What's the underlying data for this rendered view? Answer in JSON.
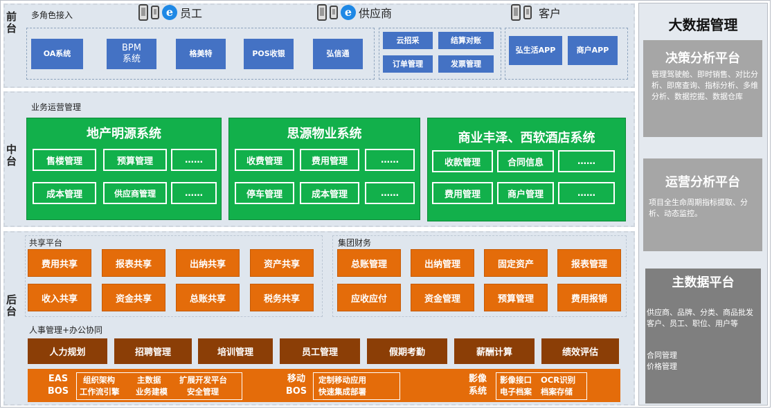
{
  "front": {
    "side_label": "前台",
    "section_title": "多角色接入",
    "roles": {
      "employee": "员工",
      "supplier": "供应商",
      "customer": "客户"
    },
    "employee_systems": [
      "OA系统",
      "BPM\n系统",
      "格美特",
      "POS收银",
      "弘信通"
    ],
    "supplier_systems": [
      "云招采",
      "结算对账",
      "订单管理",
      "发票管理"
    ],
    "customer_systems": [
      "弘生活APP",
      "商户APP"
    ]
  },
  "middle": {
    "side_label": "中台",
    "section_title": "业务运营管理",
    "panels": [
      {
        "title": "地产明源系统",
        "items": [
          "售楼管理",
          "预算管理",
          "……",
          "成本管理",
          "供应商管理",
          "……"
        ]
      },
      {
        "title": "思源物业系统",
        "items": [
          "收费管理",
          "费用管理",
          "……",
          "停车管理",
          "成本管理",
          "……"
        ]
      },
      {
        "title": "商业丰泽、西软酒店系统",
        "items": [
          "收款管理",
          "合同信息",
          "……",
          "费用管理",
          "商户管理",
          "……"
        ]
      }
    ]
  },
  "back": {
    "side_label": "后台",
    "shared_title": "共享平台",
    "shared_items": [
      "费用共享",
      "报表共享",
      "出纳共享",
      "资产共享",
      "收入共享",
      "资金共享",
      "总账共享",
      "税务共享"
    ],
    "finance_title": "集团财务",
    "finance_items": [
      "总账管理",
      "出纳管理",
      "固定资产",
      "报表管理",
      "应收应付",
      "资金管理",
      "预算管理",
      "费用报销"
    ],
    "hr_title": "人事管理+办公协同",
    "hr_items": [
      "人力规划",
      "招聘管理",
      "培训管理",
      "员工管理",
      "假期考勤",
      "薪酬计算",
      "绩效评估"
    ],
    "eas_label": "EAS\nBOS",
    "eas_items": [
      "组织架构",
      "主数据",
      "扩展开发平台",
      "工作流引擎",
      "业务建模",
      "安全管理"
    ],
    "mobile_label": "移动\nBOS",
    "mobile_items": [
      "定制移动应用",
      "快速集成部署"
    ],
    "image_label": "影像\n系统",
    "image_items": [
      "影像接口",
      "OCR识别",
      "电子档案",
      "档案存储"
    ]
  },
  "bigdata": {
    "title": "大数据管理",
    "decision": {
      "title": "决策分析平台",
      "desc": "管理驾驶舱、即时销售、对比分析、即席查询、指标分析、多维分析、数据挖掘、数据仓库"
    },
    "operation": {
      "title": "运营分析平台",
      "desc": "项目全生命周期指标提取、分析、动态监控。"
    },
    "master": {
      "title": "主数据平台",
      "desc1": "供应商、品牌、分类、商品批发客户、员工、职位、用户等",
      "desc2": "合同管理\n价格管理"
    }
  },
  "colors": {
    "blue": "#4472c4",
    "green": "#12b04b",
    "orange": "#e46c0a",
    "brown": "#8b3e06",
    "gray": "#a6a6a6"
  }
}
